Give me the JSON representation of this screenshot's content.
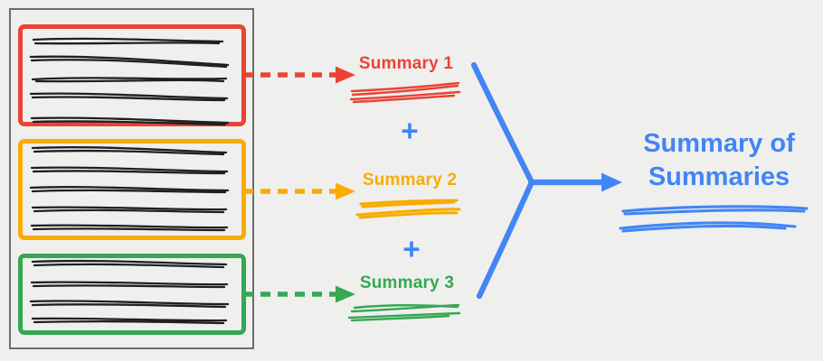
{
  "colors": {
    "red": "#ea4335",
    "orange": "#f9ab00",
    "green": "#34a853",
    "blue": "#4285f4",
    "ink": "#1f1f1f",
    "doc-border": "#6d6d6d",
    "bg": "#efefee"
  },
  "document": {
    "description": "source document with three highlighted sections of scribbled text",
    "sections": [
      {
        "color": "red",
        "text_lines": 5
      },
      {
        "color": "orange",
        "text_lines": 5
      },
      {
        "color": "green",
        "text_lines": 4
      }
    ]
  },
  "pipeline": {
    "summaries": [
      {
        "label": "Summary 1",
        "color": "red"
      },
      {
        "label": "Summary 2",
        "color": "orange"
      },
      {
        "label": "Summary 3",
        "color": "green"
      }
    ],
    "plus_operator": "+",
    "result_label": "Summary of Summaries"
  }
}
